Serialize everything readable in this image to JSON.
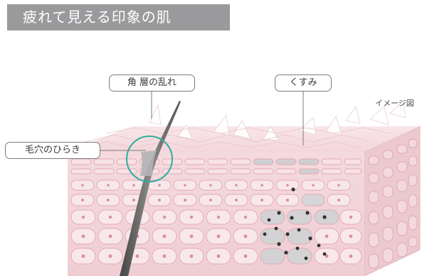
{
  "title": "疲れて見える印象の肌",
  "labels": {
    "stratum_corneum": "角 層の乱れ",
    "dullness": "くすみ",
    "pores": "毛穴のひらき"
  },
  "note": "イメージ図",
  "colors": {
    "banner": "#9a9a9d",
    "skin_top": "#f6dce0",
    "skin_front": "#f1d3d8",
    "skin_side": "#e8c2c9",
    "cell_outline": "#e3a8b3",
    "nucleus": "#d98ea0",
    "pore_circle": "#2fae9a",
    "hair": "#5b5a5a",
    "dull_cell": "#c9c9cb",
    "melanin": "#3c3c3c"
  }
}
